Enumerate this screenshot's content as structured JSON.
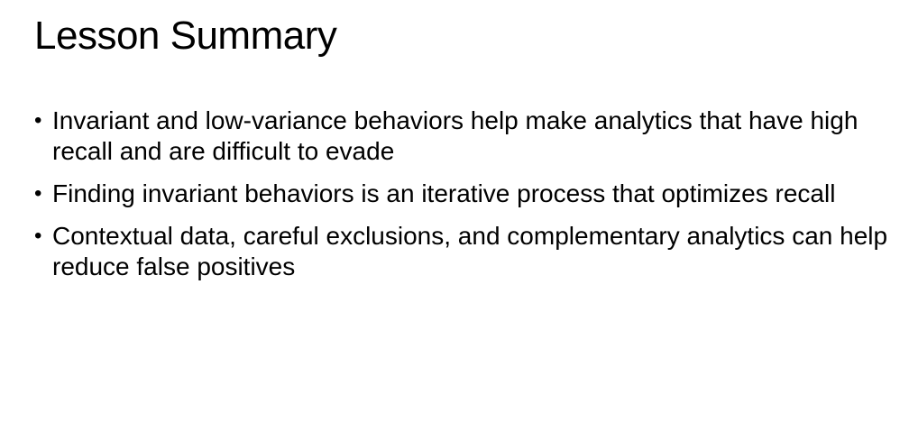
{
  "slide": {
    "title": "Lesson Summary",
    "bullets": [
      {
        "marker": "•",
        "text": "Invariant and low-variance behaviors help make analytics that have high recall and are difficult to evade"
      },
      {
        "marker": "•",
        "text": "Finding invariant behaviors is an iterative process that optimizes recall"
      },
      {
        "marker": "•",
        "text": "Contextual data, careful exclusions, and complementary analytics can help reduce false positives"
      }
    ]
  }
}
